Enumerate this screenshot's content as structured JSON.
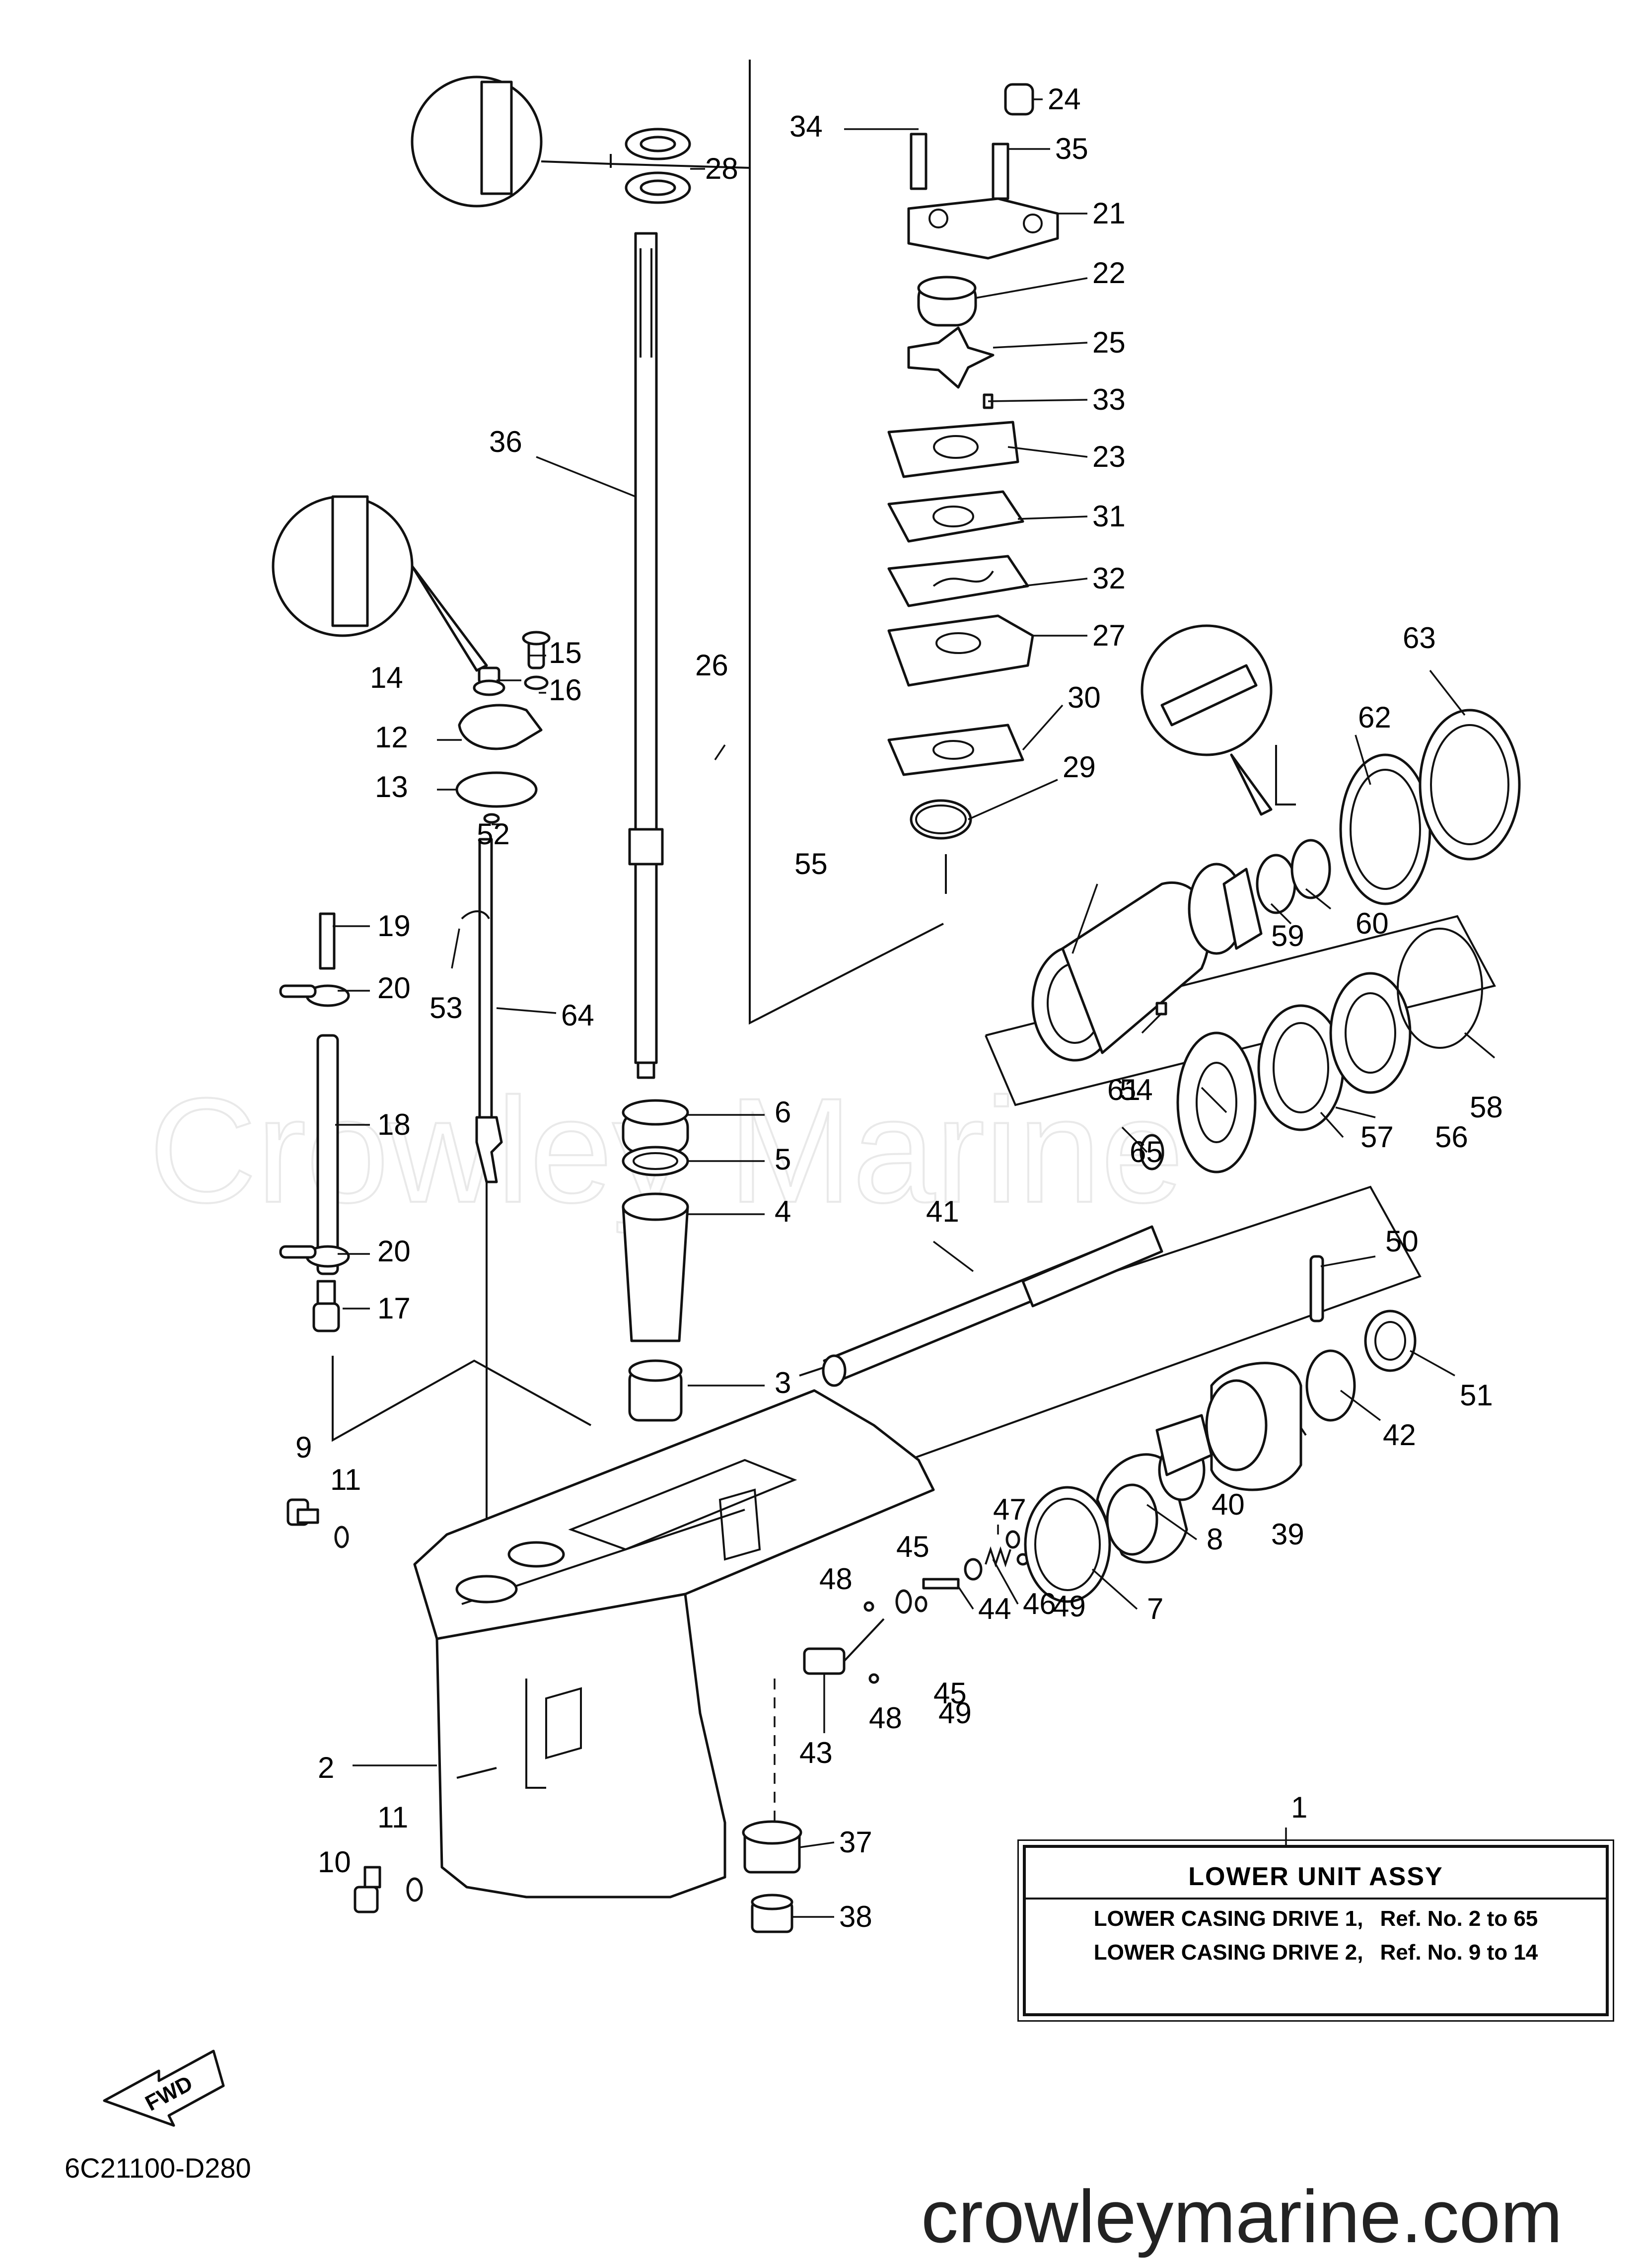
{
  "watermark": "Crowley Marine",
  "diagram_code": "6C21100-D280",
  "website": "crowleymarine.com",
  "fwd_label": "FWD",
  "assembly_box": {
    "title": "LOWER UNIT ASSY",
    "rows": [
      {
        "name": "LOWER CASING DRIVE 1,",
        "ref": "Ref. No. 2 to 65"
      },
      {
        "name": "LOWER CASING DRIVE 2,",
        "ref": "Ref. No. 9 to 14"
      }
    ]
  },
  "callouts": [
    "1",
    "2",
    "3",
    "4",
    "5",
    "6",
    "7",
    "8",
    "9",
    "10",
    "11",
    "11",
    "12",
    "13",
    "14",
    "15",
    "16",
    "17",
    "18",
    "19",
    "20",
    "20",
    "21",
    "22",
    "23",
    "24",
    "25",
    "26",
    "27",
    "28",
    "29",
    "30",
    "31",
    "32",
    "33",
    "34",
    "35",
    "36",
    "37",
    "38",
    "39",
    "40",
    "41",
    "42",
    "43",
    "44",
    "45",
    "45",
    "46",
    "47",
    "48",
    "48",
    "49",
    "49",
    "50",
    "51",
    "52",
    "53",
    "54",
    "55",
    "56",
    "57",
    "58",
    "59",
    "60",
    "61",
    "62",
    "63",
    "64",
    "65"
  ]
}
